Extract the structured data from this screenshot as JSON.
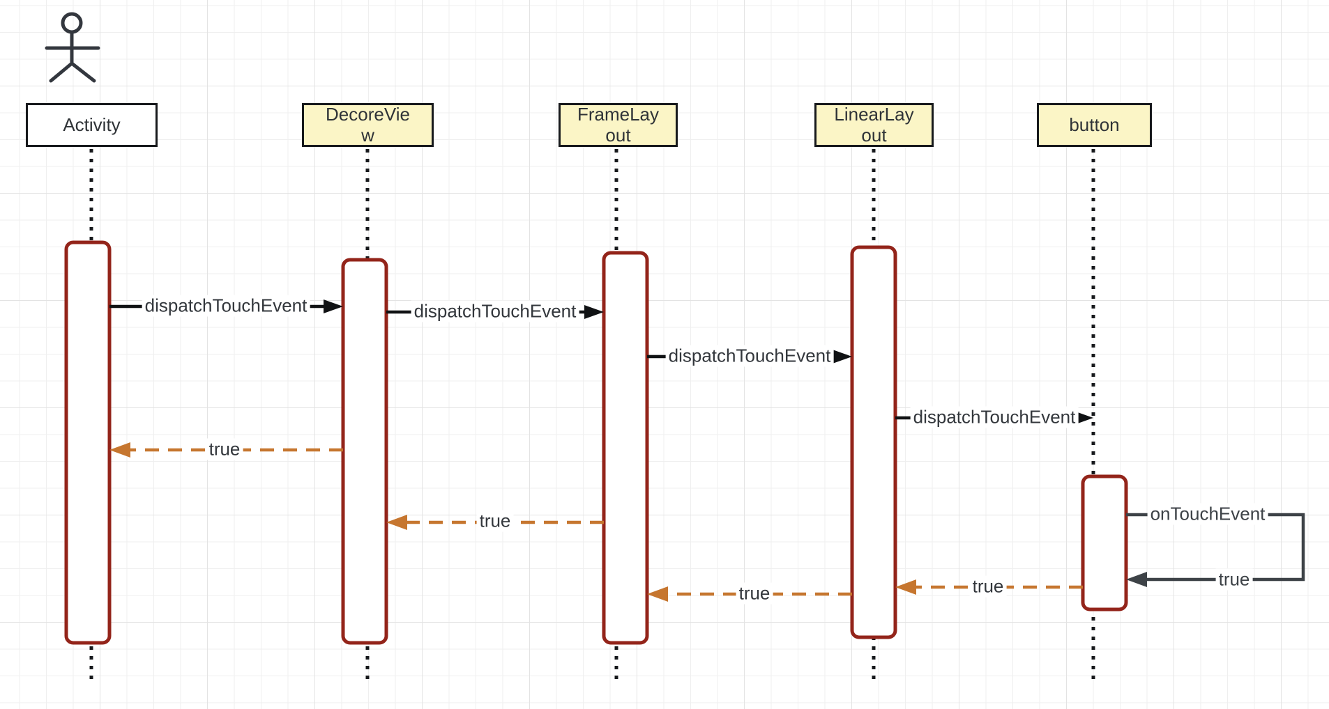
{
  "diagram": {
    "kind": "uml-sequence-diagram",
    "actor": {
      "name": "user-actor"
    },
    "lifelines": [
      {
        "name": "Activity",
        "display": "Activity",
        "head_fill": "#ffffff"
      },
      {
        "name": "DecoreView",
        "display": "DecoreVie\nw",
        "head_fill": "#fbf5c6"
      },
      {
        "name": "FrameLayout",
        "display": "FrameLay\nout",
        "head_fill": "#fbf5c6"
      },
      {
        "name": "LinearLayout",
        "display": "LinearLay\nout",
        "head_fill": "#fbf5c6"
      },
      {
        "name": "button",
        "display": "button",
        "head_fill": "#fbf5c6"
      }
    ],
    "messages": [
      {
        "label": "dispatchTouchEvent",
        "from": "Activity",
        "to": "DecoreView",
        "style": "solid-black-sync"
      },
      {
        "label": "dispatchTouchEvent",
        "from": "DecoreView",
        "to": "FrameLayout",
        "style": "solid-black-sync"
      },
      {
        "label": "dispatchTouchEvent",
        "from": "FrameLayout",
        "to": "LinearLayout",
        "style": "solid-black-sync"
      },
      {
        "label": "dispatchTouchEvent",
        "from": "LinearLayout",
        "to": "button",
        "style": "solid-black-sync"
      },
      {
        "label": "true",
        "from": "DecoreView",
        "to": "Activity",
        "style": "dashed-orange-return"
      },
      {
        "label": "onTouchEvent",
        "from": "button",
        "to": "button",
        "style": "solid-gray-self-call"
      },
      {
        "label": "true",
        "from": "FrameLayout",
        "to": "DecoreView",
        "style": "dashed-orange-return"
      },
      {
        "label": "true",
        "from": "button",
        "to": "button",
        "style": "solid-gray-self-return"
      },
      {
        "label": "true",
        "from": "button",
        "to": "LinearLayout",
        "style": "dashed-orange-return"
      },
      {
        "label": "true",
        "from": "LinearLayout",
        "to": "FrameLayout",
        "style": "dashed-orange-return"
      }
    ],
    "colors": {
      "activation_border": "#93241a",
      "activation_fill": "#ffffff",
      "lifeline": "#17191c",
      "sync_arrow": "#101214",
      "return_arrow": "#c6762f",
      "self_arrow": "#3d4247",
      "head_border": "#17191c",
      "head_fill_yellow": "#fbf5c6",
      "grid_line": "#efefef"
    }
  }
}
